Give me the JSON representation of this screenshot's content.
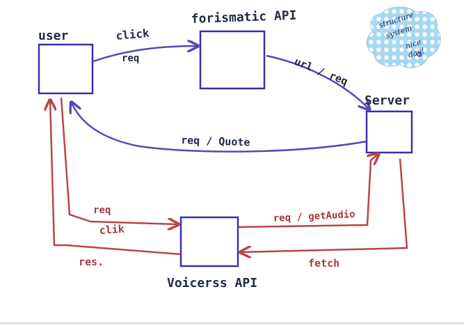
{
  "nodes": {
    "user": "user",
    "forismatic_api": "forismatic API",
    "server": "Server",
    "voicerss_api": "Voicerss API"
  },
  "edges": {
    "click_label": "click",
    "req_label_top": "req",
    "url_req_label": "url / req",
    "req_quote_label": "req / Quote",
    "req_label_left": "req",
    "clik_label": "clik",
    "res_label": "res.",
    "req_getaudio_label": "req / getAudio",
    "fetch_label": "fetch"
  },
  "sticker": {
    "line1": "structure",
    "line2": "system",
    "line3": "nice",
    "line4": "day!"
  },
  "colors": {
    "box": "#3a2fa8",
    "blue_arrow": "#5448b8",
    "red_arrow": "#b8454b",
    "sticker_bg": "#a8d8f0",
    "sticker_dot": "#ffffff"
  }
}
